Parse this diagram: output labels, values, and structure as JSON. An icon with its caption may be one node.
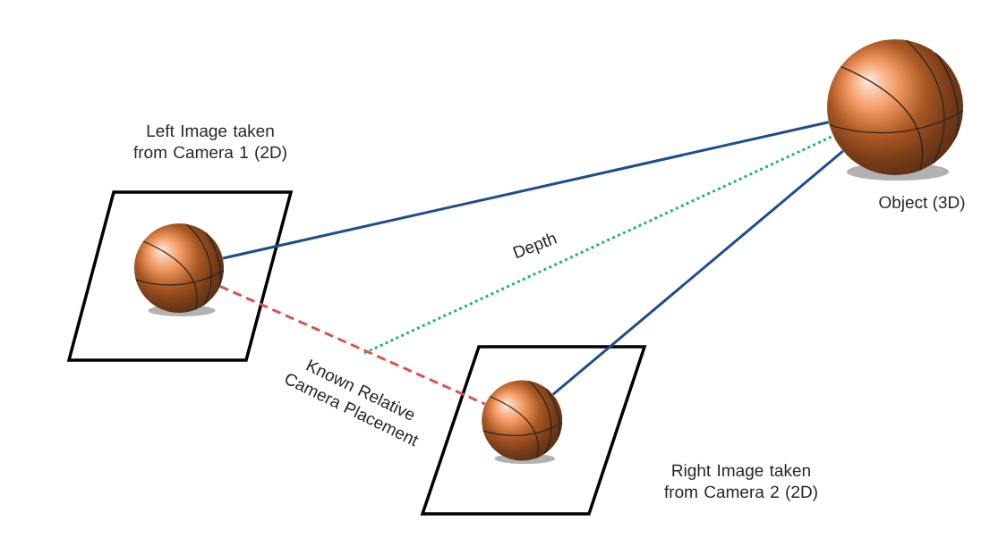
{
  "diagram": {
    "nodes": [
      {
        "text": [
          "Left Image taken from Camera 1 (2D)"
        ]
      },
      {
        "text": [],
        "shape": "picture",
        "in": 0
      },
      {
        "text": [
          "Object (3D)"
        ]
      },
      {
        "text": [
          "Right Image taken from Camera 2 (2D)"
        ]
      },
      {
        "text": [],
        "shape": "picture",
        "in": 3
      }
    ],
    "edges": [
      {
        "from": 1,
        "to": 2,
        "arrow": "none"
      },
      {
        "from": 4,
        "to": 2,
        "arrow": "none"
      },
      {
        "from": 1,
        "to": 4,
        "arrow": "none",
        "style": "dashed",
        "color": "#d9534f",
        "label": "Known Relative Camera Placement"
      },
      {
        "from": null,
        "to": 2,
        "arrow": "none",
        "style": "dashed",
        "color": "#22b573",
        "label": "Depth"
      }
    ]
  }
}
